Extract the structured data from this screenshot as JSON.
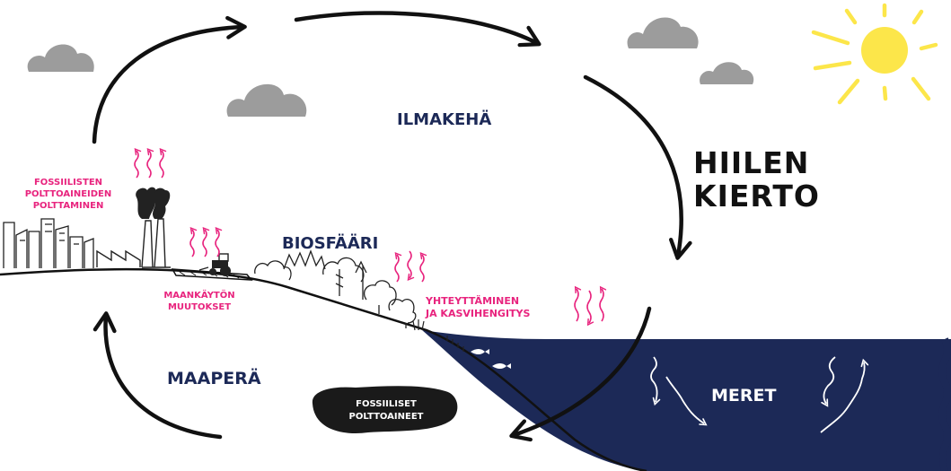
{
  "title": [
    "HIILEN",
    "KIERTO"
  ],
  "labels": {
    "ilmakeha": "ILMAKEHÄ",
    "biosfaari": "BIOSFÄÄRI",
    "maapera": "MAAPERÄ",
    "meret": "MERET",
    "fossil_burning": [
      "FOSSIILISTEN",
      "POLTTOAINEIDEN",
      "POLTTAMINEN"
    ],
    "land_use": [
      "MAANKÄYTÖN",
      "MUUTOKSET"
    ],
    "photosynthesis": [
      "YHTEYTTÄMINEN",
      "JA KASVIHENGITYS"
    ],
    "fossil_fuels": [
      "FOSSIILISET",
      "POLTTOAINEET"
    ]
  },
  "colors": {
    "navy": "#1c2957",
    "pink": "#e8247e",
    "sun": "#fce64a",
    "cloud": "#9c9c9c",
    "ink": "#111111",
    "ocean": "#1c2957",
    "oil": "#1a1a1a"
  },
  "icons": {
    "sun": "sun-icon",
    "clouds": "cloud-icon",
    "factory": "factory-icon",
    "tractor": "tractor-icon",
    "trees": "tree-icon",
    "fish": "fish-icon"
  }
}
